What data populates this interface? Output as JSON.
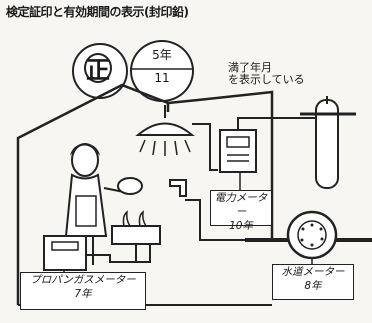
{
  "title": "検定証印と有効期間の表示(封印鉛)",
  "seal": {
    "glyph": "㊣",
    "period_top": "5年",
    "period_bottom": "11"
  },
  "note": {
    "line1": "満了年月",
    "line2": "を表示している"
  },
  "labels": {
    "electric": [
      "電力メーター",
      "10年"
    ],
    "gas": [
      "プロパンガスメーター",
      "7年"
    ],
    "water": [
      "水道メーター",
      "8年"
    ]
  }
}
